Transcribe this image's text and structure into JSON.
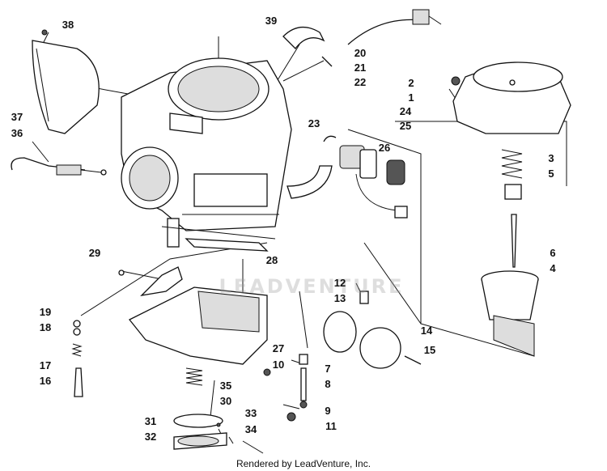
{
  "diagram": {
    "callouts": [
      "1",
      "2",
      "3",
      "4",
      "5",
      "6",
      "7",
      "8",
      "9",
      "10",
      "11",
      "12",
      "13",
      "14",
      "15",
      "16",
      "17",
      "18",
      "19",
      "20",
      "21",
      "22",
      "23",
      "24",
      "25",
      "26",
      "27",
      "28",
      "29",
      "30",
      "31",
      "32",
      "33",
      "34",
      "35",
      "36",
      "37",
      "38",
      "39"
    ],
    "watermark_text": "LEADVENTURE",
    "credit": "Rendered by LeadVenture, Inc."
  }
}
